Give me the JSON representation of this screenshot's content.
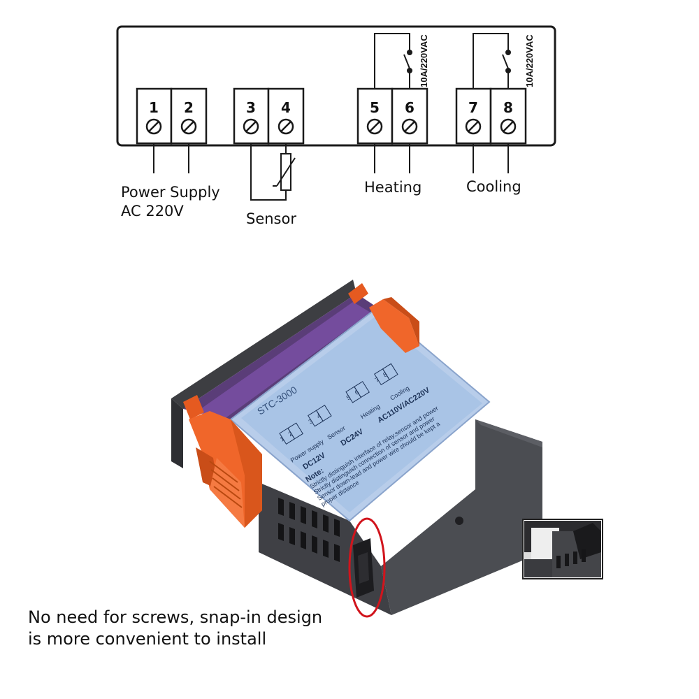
{
  "diagram": {
    "terminals": [
      "1",
      "2",
      "3",
      "4",
      "5",
      "6",
      "7",
      "8"
    ],
    "relay_rating": "10A/220VAC",
    "labels": {
      "power_line1": "Power Supply",
      "power_line2": "AC 220V",
      "sensor": "Sensor",
      "heating": "Heating",
      "cooling": "Cooling"
    }
  },
  "device_label": {
    "model": "STC-3000",
    "terminals": [
      "1",
      "2",
      "3",
      "4",
      "5",
      "6",
      "7",
      "8"
    ],
    "power_supply": "Power supply",
    "sensor": "Sensor",
    "heating": "Heating",
    "cooling": "Cooling",
    "voltage_options": [
      "DC12V",
      "DC24V",
      "AC110V/AC220V"
    ],
    "note_title": "Note:",
    "note_lines": [
      "Strictly distinguish interface of relay,sensor and power",
      "Strictly distinguish connection of sensor and power",
      "Sensor down-lead and power wire should be kept a",
      "proper distance"
    ]
  },
  "caption": {
    "line1": "No need for screws, snap-in design",
    "line2": "is more convenient to install"
  },
  "colors": {
    "clip_orange": "#f0662a",
    "housing": "#4b4d52",
    "label_blue": "#a9c4e6",
    "highlight_ring": "#d1141c"
  }
}
